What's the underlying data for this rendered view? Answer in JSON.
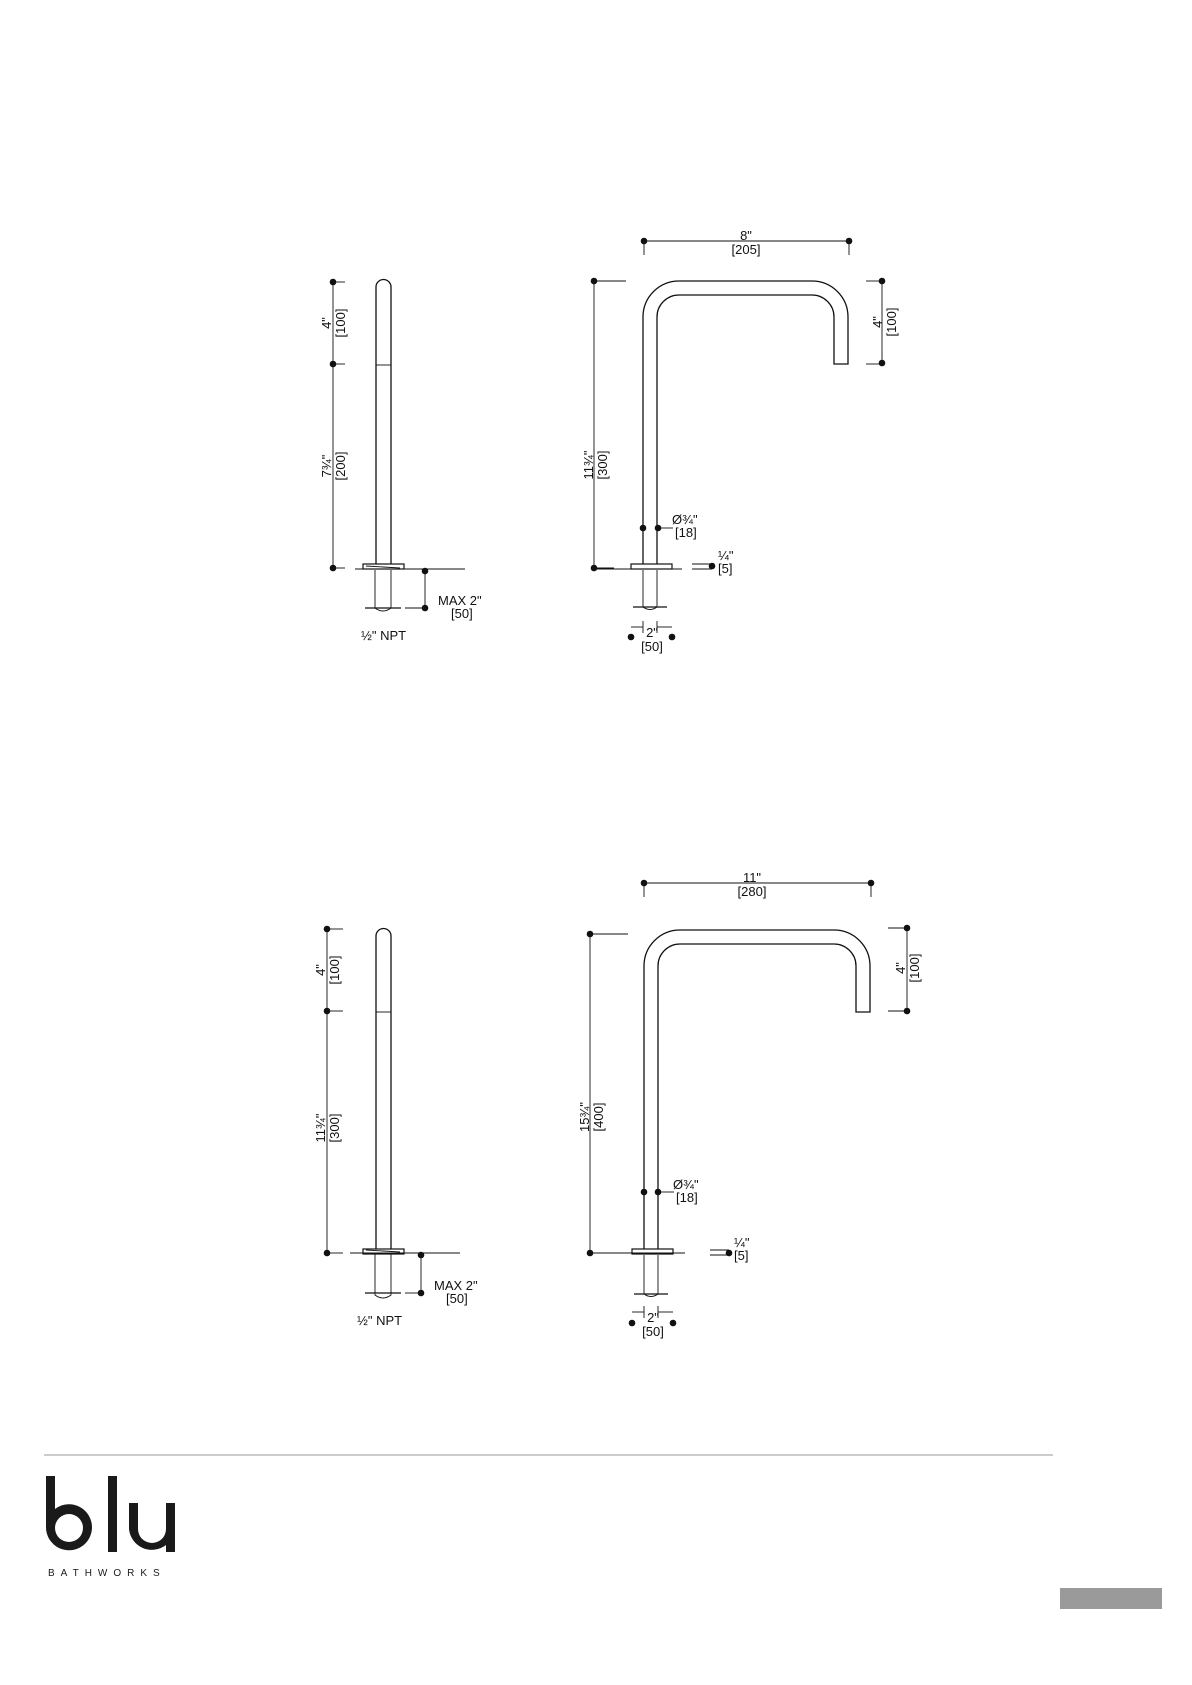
{
  "drawing_1": {
    "side": {
      "top_dim_in": "4\"",
      "top_dim_mm": "[100]",
      "body_dim_in": "7¾\"",
      "body_dim_mm": "[200]",
      "max_in": "MAX 2\"",
      "max_mm": "[50]",
      "thread": "½\" NPT"
    },
    "front": {
      "width_in": "8\"",
      "width_mm": "[205]",
      "height_in": "11¾\"",
      "height_mm": "[300]",
      "drop_in": "4\"",
      "drop_mm": "[100]",
      "dia_in": "Ø¾\"",
      "dia_mm": "[18]",
      "plate_in": "¼\"",
      "plate_mm": "[5]",
      "base_in": "2\"",
      "base_mm": "[50]"
    }
  },
  "drawing_2": {
    "side": {
      "top_dim_in": "4\"",
      "top_dim_mm": "[100]",
      "body_dim_in": "11¾\"",
      "body_dim_mm": "[300]",
      "max_in": "MAX 2\"",
      "max_mm": "[50]",
      "thread": "½\" NPT"
    },
    "front": {
      "width_in": "11\"",
      "width_mm": "[280]",
      "height_in": "15¾\"",
      "height_mm": "[400]",
      "drop_in": "4\"",
      "drop_mm": "[100]",
      "dia_in": "Ø¾\"",
      "dia_mm": "[18]",
      "plate_in": "¼\"",
      "plate_mm": "[5]",
      "base_in": "2\"",
      "base_mm": "[50]"
    }
  },
  "footer": {
    "logo_text": "blu",
    "logo_sub": "BATHWORKS",
    "page_tab_color": "#9a9a9a"
  }
}
